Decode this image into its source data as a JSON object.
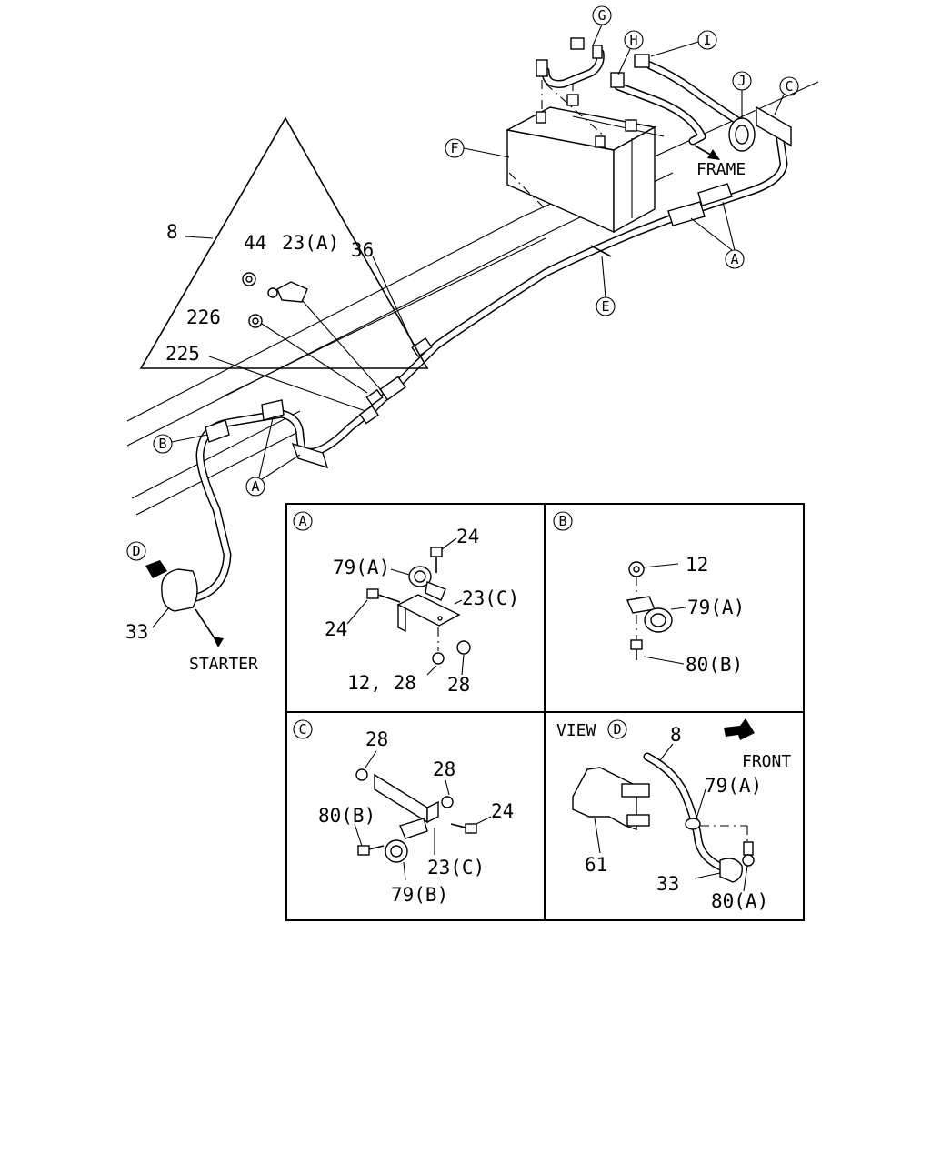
{
  "main": {
    "part_8": "8",
    "part_44": "44",
    "part_23a": "23(A)",
    "part_36": "36",
    "part_226": "226",
    "part_225": "225",
    "part_33": "33",
    "frame": "FRAME",
    "starter": "STARTER",
    "ref_a": "A",
    "ref_b": "B",
    "ref_c": "C",
    "ref_d": "D",
    "ref_e": "E",
    "ref_f": "F",
    "ref_g": "G",
    "ref_h": "H",
    "ref_i": "I",
    "ref_j": "J"
  },
  "panel_a": {
    "tag": "A",
    "p24_top": "24",
    "p79a": "79(A)",
    "p23c": "23(C)",
    "p24_left": "24",
    "p12_28": "12, 28",
    "p28": "28"
  },
  "panel_b": {
    "tag": "B",
    "p12": "12",
    "p79a": "79(A)",
    "p80b": "80(B)"
  },
  "panel_c": {
    "tag": "C",
    "p28_a": "28",
    "p28_b": "28",
    "p80b": "80(B)",
    "p24": "24",
    "p23c": "23(C)",
    "p79b": "79(B)"
  },
  "panel_d": {
    "view": "VIEW",
    "tag": "D",
    "p8": "8",
    "front": "FRONT",
    "p79a": "79(A)",
    "p61": "61",
    "p33": "33",
    "p80a": "80(A)"
  }
}
